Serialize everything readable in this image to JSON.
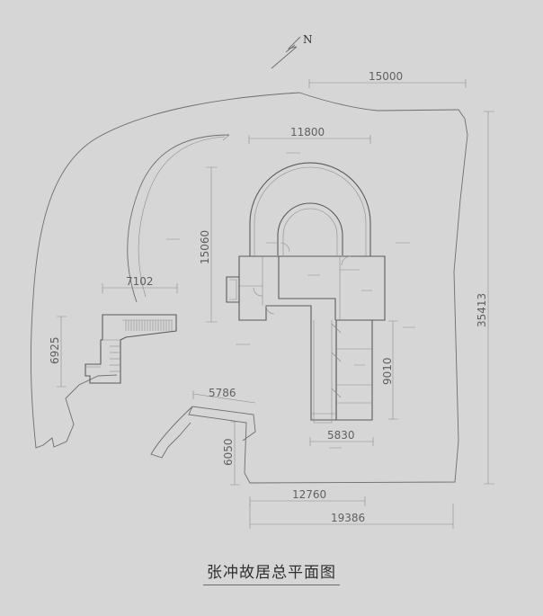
{
  "title": "张冲故居总平面图",
  "north": "N",
  "dimensions": {
    "d15000": "15000",
    "d11800": "11800",
    "d15060": "15060",
    "d35413": "35413",
    "d7102": "7102",
    "d6925": "6925",
    "d9010": "9010",
    "d5786": "5786",
    "d5830": "5830",
    "d6050": "6050",
    "d12760": "12760",
    "d19386": "19386"
  }
}
